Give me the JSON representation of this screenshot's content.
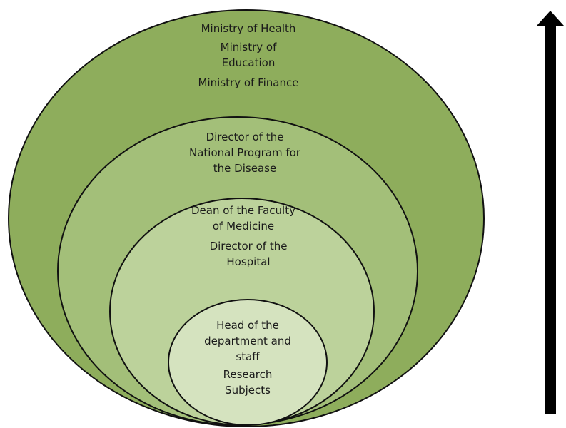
{
  "diagram": {
    "levels": [
      {
        "id": "outer",
        "fill": "#8ead5c",
        "groups": [
          [
            "Ministry of Health"
          ],
          [
            "Ministry of",
            "Education"
          ],
          [
            "Ministry of Finance"
          ]
        ]
      },
      {
        "id": "second",
        "fill": "#a3bf79",
        "groups": [
          [
            "Director of the",
            "National Program for",
            "the Disease"
          ]
        ]
      },
      {
        "id": "third",
        "fill": "#bcd29b",
        "groups": [
          [
            "Dean of the Faculty",
            "of Medicine"
          ],
          [
            "Director of the",
            "Hospital"
          ]
        ]
      },
      {
        "id": "inner",
        "fill": "#d5e3bf",
        "groups": [
          [
            "Head of the",
            "department and",
            "staff"
          ],
          [
            "Research",
            "Subjects"
          ]
        ]
      }
    ],
    "outline_color": "#111111",
    "arrow_color": "#000000",
    "arrow_direction": "up"
  }
}
